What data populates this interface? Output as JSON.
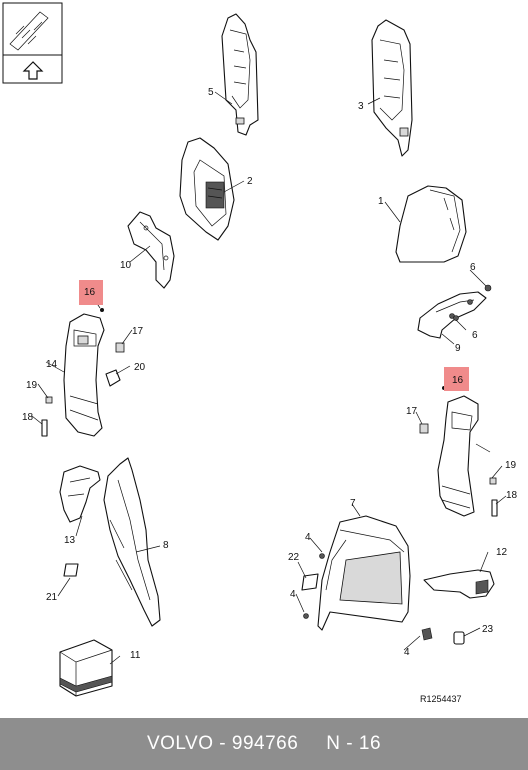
{
  "callouts": [
    {
      "id": "c1",
      "label": "1"
    },
    {
      "id": "c2",
      "label": "2"
    },
    {
      "id": "c3",
      "label": "3"
    },
    {
      "id": "c4a",
      "label": "4"
    },
    {
      "id": "c4b",
      "label": "4"
    },
    {
      "id": "c4c",
      "label": "4"
    },
    {
      "id": "c5",
      "label": "5"
    },
    {
      "id": "c6a",
      "label": "6"
    },
    {
      "id": "c6b",
      "label": "6"
    },
    {
      "id": "c7",
      "label": "7"
    },
    {
      "id": "c8",
      "label": "8"
    },
    {
      "id": "c9",
      "label": "9"
    },
    {
      "id": "c10",
      "label": "10"
    },
    {
      "id": "c11",
      "label": "11"
    },
    {
      "id": "c12",
      "label": "12"
    },
    {
      "id": "c13",
      "label": "13"
    },
    {
      "id": "c14",
      "label": "14"
    },
    {
      "id": "c16a",
      "label": "16"
    },
    {
      "id": "c16b",
      "label": "16"
    },
    {
      "id": "c17a",
      "label": "17"
    },
    {
      "id": "c17b",
      "label": "17"
    },
    {
      "id": "c18a",
      "label": "18"
    },
    {
      "id": "c18b",
      "label": "18"
    },
    {
      "id": "c19a",
      "label": "19"
    },
    {
      "id": "c19b",
      "label": "19"
    },
    {
      "id": "c20",
      "label": "20"
    },
    {
      "id": "c21",
      "label": "21"
    },
    {
      "id": "c22",
      "label": "22"
    },
    {
      "id": "c23",
      "label": "23"
    }
  ],
  "highlight_color": "#f08b8b",
  "reference_code": "R1254437",
  "footer": {
    "brand": "VOLVO",
    "dash": "-",
    "part_number": "994766",
    "position": "N - 16"
  }
}
